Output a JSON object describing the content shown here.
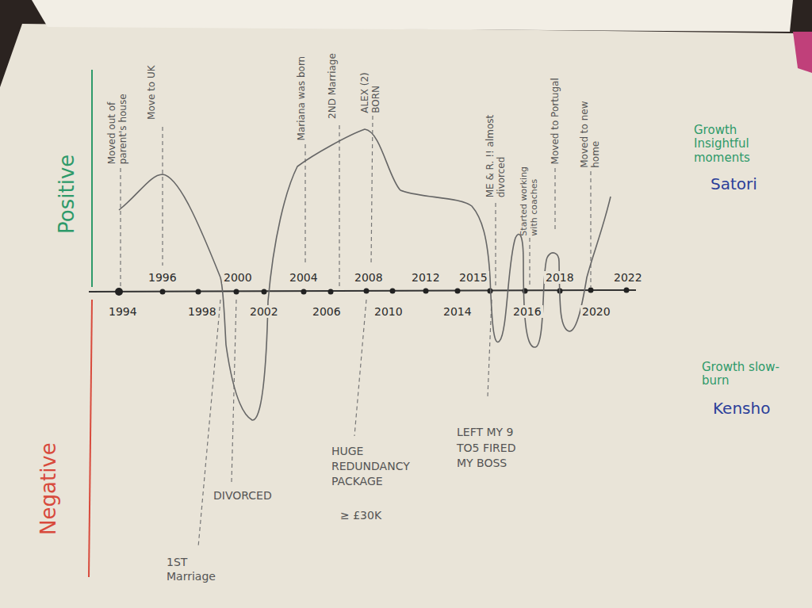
{
  "diagram": {
    "labels": [
      "Positive",
      "Negative",
      "Moved out of parent's house",
      "Move to UK",
      "Mariana was born",
      "2ND Marriage",
      "ALEX (2) BORN",
      "ME & R. !! almost divorced",
      "Started working with coaches",
      "Moved to Portugal",
      "Moved to new home",
      "Growth Insightful moments",
      "Satori",
      "Growth slow-burn",
      "Kensho",
      "LEFT MY 9 TO5 FIRED MY BOSS",
      "HUGE REDUNDANCY PACKAGE",
      "≥ £30K",
      "DIVORCED",
      "1ST Marriage",
      "1994",
      "1996",
      "1998",
      "2000",
      "2002",
      "2004",
      "2006",
      "2008",
      "2010",
      "2012",
      "2014",
      "2015",
      "2016",
      "2018",
      "2020",
      "2022"
    ]
  }
}
